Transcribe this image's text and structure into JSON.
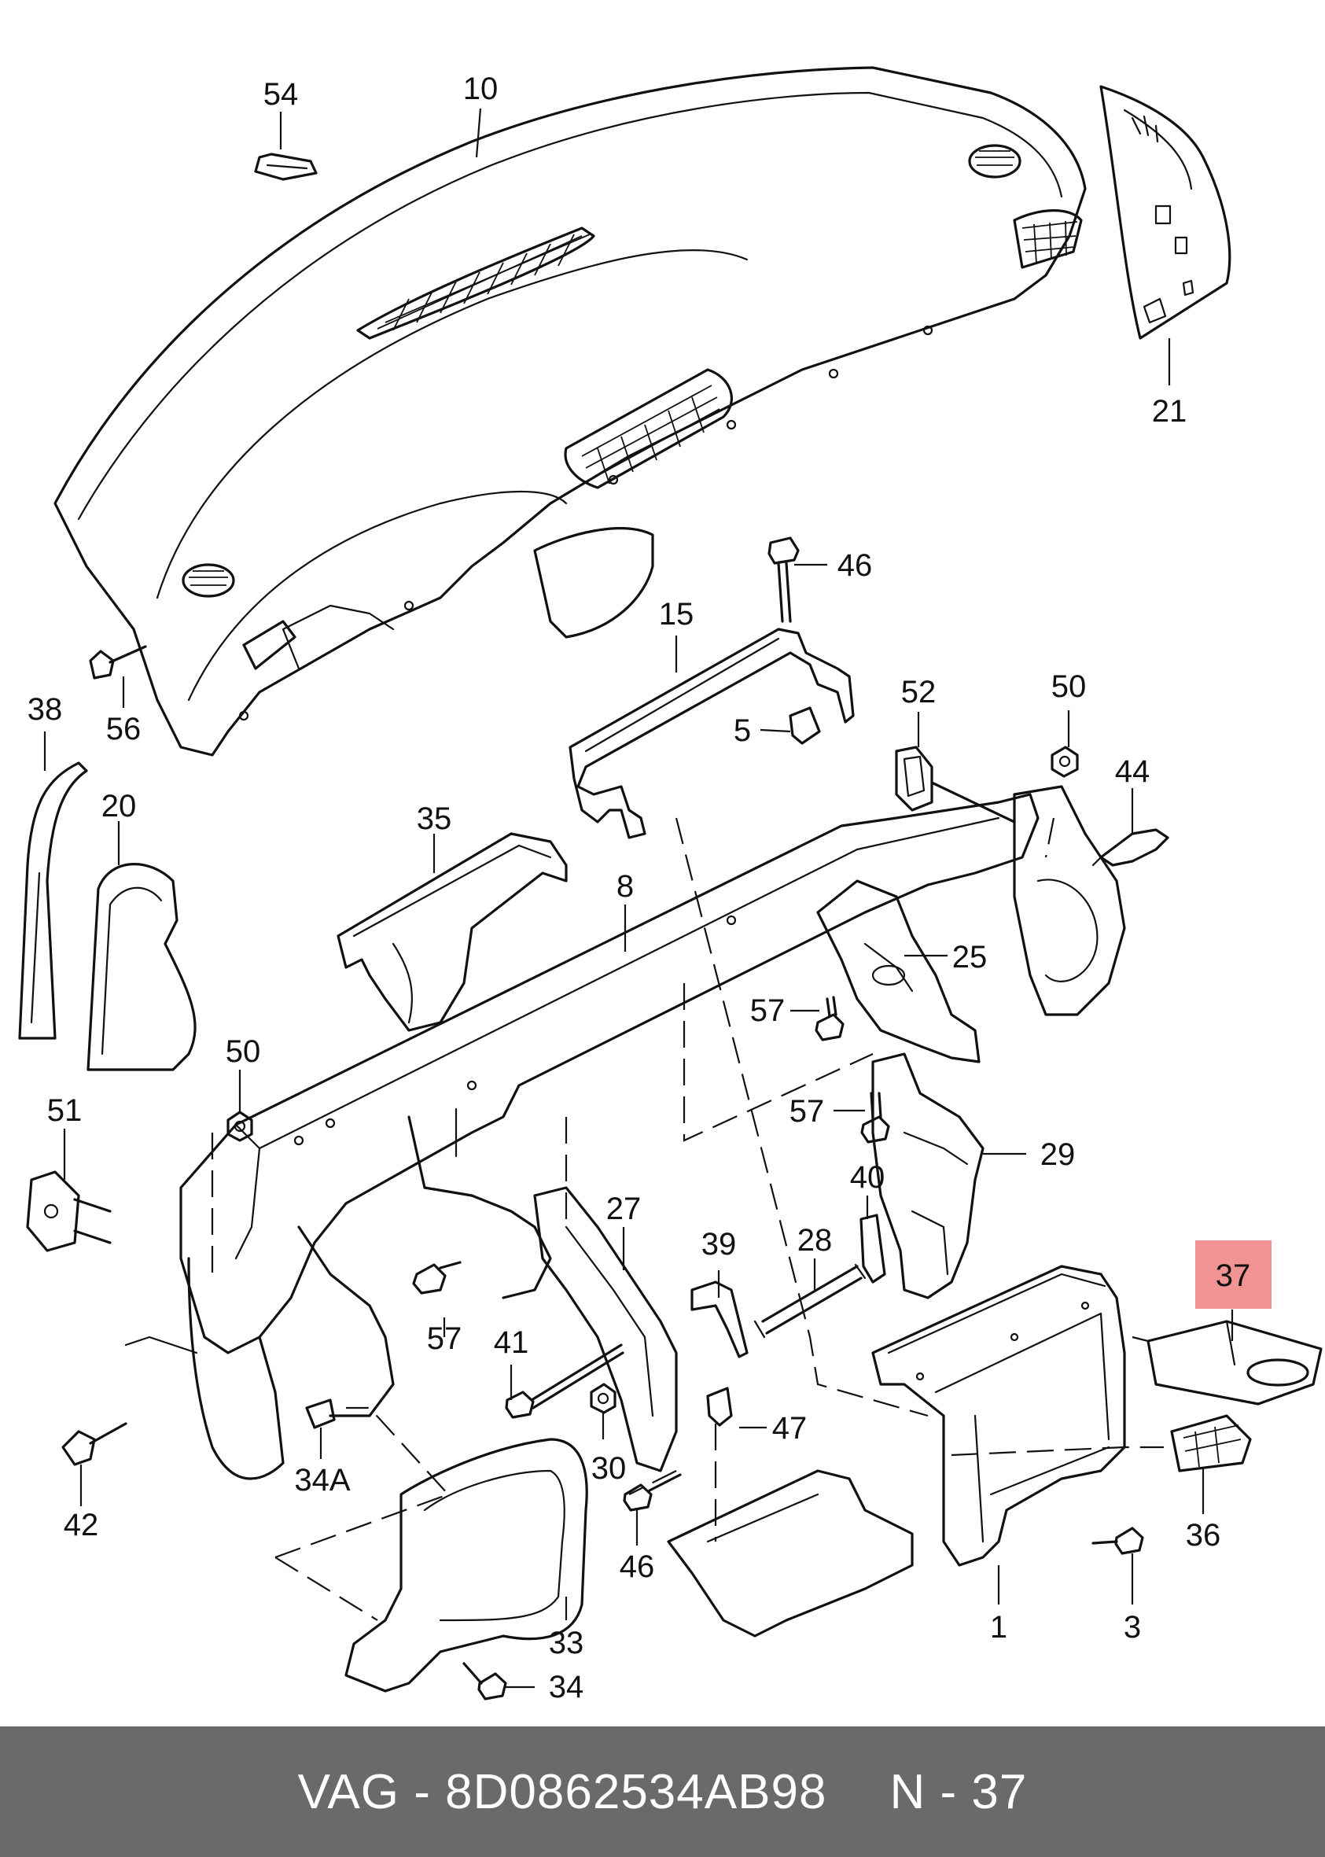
{
  "footer": {
    "brand": "VAG",
    "separator": "-",
    "part_number": "8D0862534AB98",
    "position_prefix": "N",
    "position_number": "37"
  },
  "highlight": {
    "label": "37",
    "color": "#f08080"
  },
  "labels": {
    "p54": "54",
    "p10": "10",
    "p21": "21",
    "p56": "56",
    "p46a": "46",
    "p15": "15",
    "p5": "5",
    "p52": "52",
    "p50a": "50",
    "p44": "44",
    "p38": "38",
    "p20": "20",
    "p35": "35",
    "p8": "8",
    "p25": "25",
    "p57a": "57",
    "p50b": "50",
    "p51": "51",
    "p57b": "57",
    "p29": "29",
    "p40": "40",
    "p27": "27",
    "p28": "28",
    "p39": "39",
    "p37": "37",
    "p57c": "57",
    "p41": "41",
    "p47": "47",
    "p30": "30",
    "p34a": "34A",
    "p42": "42",
    "p36": "36",
    "p46b": "46",
    "p33": "33",
    "p1": "1",
    "p3": "3",
    "p34": "34"
  }
}
